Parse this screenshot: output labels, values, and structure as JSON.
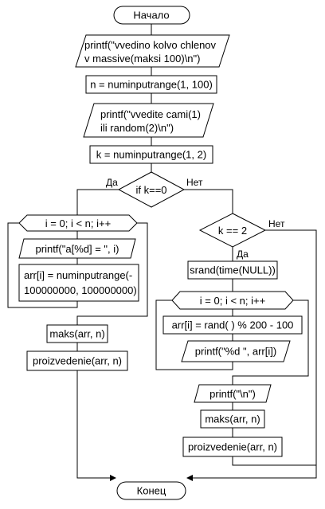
{
  "flowchart": {
    "start": "Начало",
    "end": "Конец",
    "io_prompt_count": [
      "printf(\"vvedino kolvo chlenov",
      "v massive(maksi 100)\\n\")"
    ],
    "assign_n": "n = numinputrange(1, 100)",
    "io_prompt_mode": [
      "printf(\"vvedite cami(1)",
      "ili random(2)\\n\")"
    ],
    "assign_k": "k = numinputrange(1, 2)",
    "decision_k0": "if k==0",
    "decision_k0_yes": "Да",
    "decision_k0_no": "Нет",
    "left": {
      "loop": "i = 0; i < n; i++",
      "io_prompt_elem": "printf(\"a[%d] = \", i)",
      "assign_elem": [
        "arr[i] = numinputrange(-",
        "100000000, 100000000)"
      ],
      "call_maks": "maks(arr, n)",
      "call_proizv": "proizvedenie(arr, n)"
    },
    "right": {
      "decision_k2": "k == 2",
      "decision_k2_yes": "Да",
      "decision_k2_no": "Нет",
      "srand": "srand(time(NULL))",
      "loop": "i = 0; i < n; i++",
      "assign_rand": "arr[i] = rand( ) % 200 - 100",
      "io_print_elem": "printf(\"%d \", arr[i])",
      "io_newline": "printf(\"\\n\")",
      "call_maks": "maks(arr, n)",
      "call_proizv": "proizvedenie(arr, n)"
    }
  }
}
